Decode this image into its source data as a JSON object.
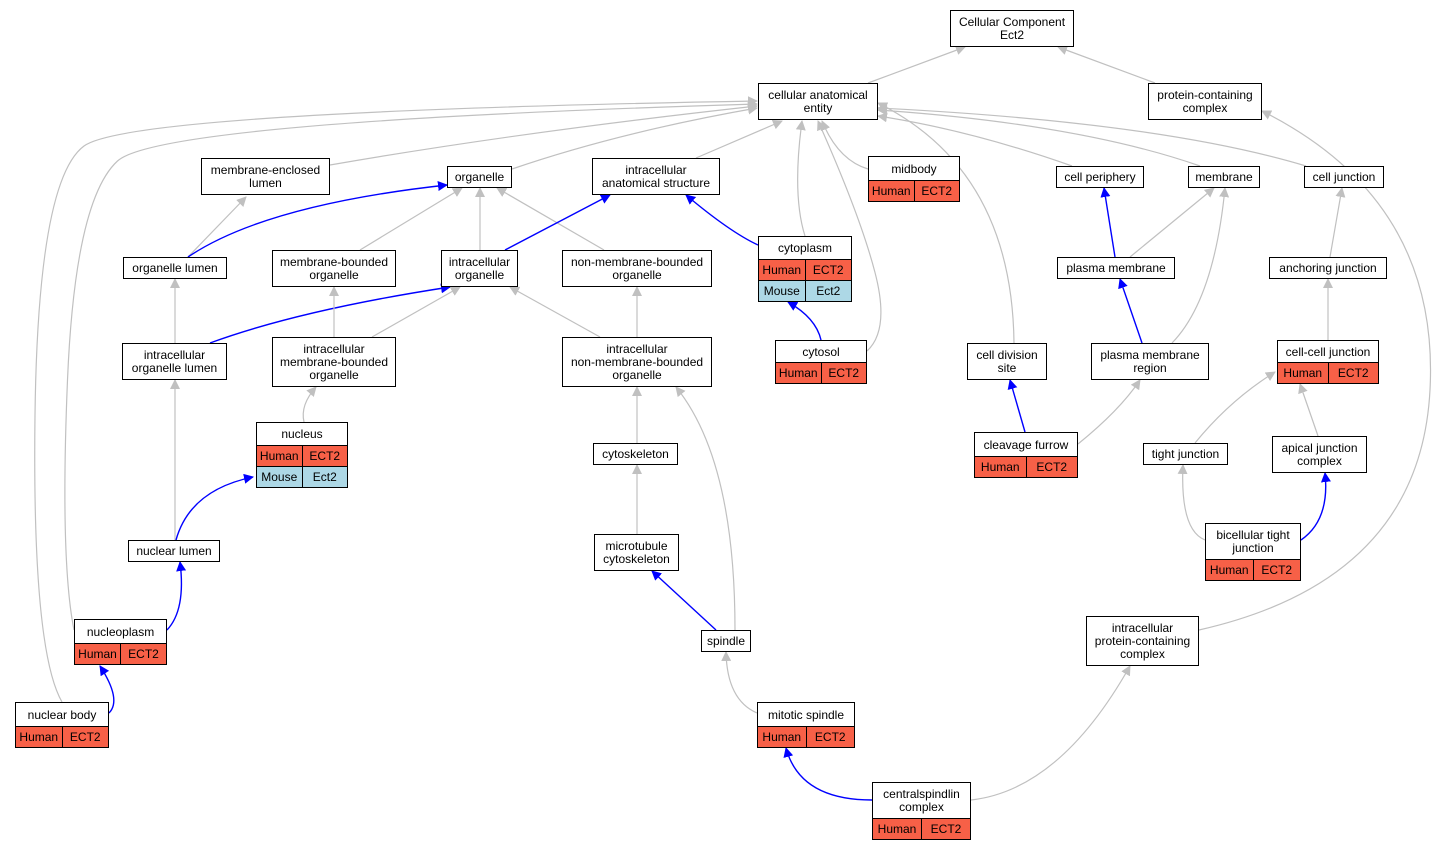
{
  "colors": {
    "gray_edge": "#c0c0c0",
    "blue_edge": "#0000ff",
    "human": "#f76047",
    "mouse": "#add8e6"
  },
  "nodes": {
    "root": {
      "lines": [
        "Cellular Component",
        "Ect2"
      ]
    },
    "cae": {
      "lines": [
        "cellular anatomical",
        "entity"
      ]
    },
    "pcc": {
      "lines": [
        "protein-containing",
        "complex"
      ]
    },
    "mel": {
      "lines": [
        "membrane-enclosed",
        "lumen"
      ]
    },
    "organelle": {
      "lines": [
        "organelle"
      ]
    },
    "ias": {
      "lines": [
        "intracellular",
        "anatomical structure"
      ]
    },
    "midbody": {
      "lines": [
        "midbody"
      ],
      "rows": [
        {
          "species": "Human",
          "gene": "ECT2",
          "kind": "human"
        }
      ]
    },
    "cellperiph": {
      "lines": [
        "cell periphery"
      ]
    },
    "membrane": {
      "lines": [
        "membrane"
      ]
    },
    "celljunction": {
      "lines": [
        "cell junction"
      ]
    },
    "orglumen": {
      "lines": [
        "organelle lumen"
      ]
    },
    "mbo": {
      "lines": [
        "membrane-bounded",
        "organelle"
      ]
    },
    "io": {
      "lines": [
        "intracellular",
        "organelle"
      ]
    },
    "nmbo": {
      "lines": [
        "non-membrane-bounded",
        "organelle"
      ]
    },
    "cytoplasm": {
      "lines": [
        "cytoplasm"
      ],
      "rows": [
        {
          "species": "Human",
          "gene": "ECT2",
          "kind": "human"
        },
        {
          "species": "Mouse",
          "gene": "Ect2",
          "kind": "mouse"
        }
      ]
    },
    "pm": {
      "lines": [
        "plasma membrane"
      ]
    },
    "aj": {
      "lines": [
        "anchoring junction"
      ]
    },
    "iol": {
      "lines": [
        "intracellular",
        "organelle lumen"
      ]
    },
    "imbo": {
      "lines": [
        "intracellular",
        "membrane-bounded",
        "organelle"
      ]
    },
    "inmbo": {
      "lines": [
        "intracellular",
        "non-membrane-bounded",
        "organelle"
      ]
    },
    "cytosol": {
      "lines": [
        "cytosol"
      ],
      "rows": [
        {
          "species": "Human",
          "gene": "ECT2",
          "kind": "human"
        }
      ]
    },
    "cds": {
      "lines": [
        "cell division",
        "site"
      ]
    },
    "pmr": {
      "lines": [
        "plasma membrane",
        "region"
      ]
    },
    "ccj": {
      "lines": [
        "cell-cell junction"
      ],
      "rows": [
        {
          "species": "Human",
          "gene": "ECT2",
          "kind": "human"
        }
      ]
    },
    "nucleus": {
      "lines": [
        "nucleus"
      ],
      "rows": [
        {
          "species": "Human",
          "gene": "ECT2",
          "kind": "human"
        },
        {
          "species": "Mouse",
          "gene": "Ect2",
          "kind": "mouse"
        }
      ]
    },
    "cytoskeleton": {
      "lines": [
        "cytoskeleton"
      ]
    },
    "cf": {
      "lines": [
        "cleavage furrow"
      ],
      "rows": [
        {
          "species": "Human",
          "gene": "ECT2",
          "kind": "human"
        }
      ]
    },
    "tj": {
      "lines": [
        "tight junction"
      ]
    },
    "ajc": {
      "lines": [
        "apical junction",
        "complex"
      ]
    },
    "nl": {
      "lines": [
        "nuclear lumen"
      ]
    },
    "mtc": {
      "lines": [
        "microtubule",
        "cytoskeleton"
      ]
    },
    "btj": {
      "lines": [
        "bicellular tight",
        "junction"
      ],
      "rows": [
        {
          "species": "Human",
          "gene": "ECT2",
          "kind": "human"
        }
      ]
    },
    "np": {
      "lines": [
        "nucleoplasm"
      ],
      "rows": [
        {
          "species": "Human",
          "gene": "ECT2",
          "kind": "human"
        }
      ]
    },
    "spindle": {
      "lines": [
        "spindle"
      ]
    },
    "ipcc": {
      "lines": [
        "intracellular",
        "protein-containing",
        "complex"
      ]
    },
    "nb": {
      "lines": [
        "nuclear body"
      ],
      "rows": [
        {
          "species": "Human",
          "gene": "ECT2",
          "kind": "human"
        }
      ]
    },
    "ms": {
      "lines": [
        "mitotic spindle"
      ],
      "rows": [
        {
          "species": "Human",
          "gene": "ECT2",
          "kind": "human"
        }
      ]
    },
    "csc": {
      "lines": [
        "centralspindlin",
        "complex"
      ],
      "rows": [
        {
          "species": "Human",
          "gene": "ECT2",
          "kind": "human"
        }
      ]
    }
  },
  "edges": [
    {
      "from": "cae",
      "to": "root",
      "type": "is_a"
    },
    {
      "from": "pcc",
      "to": "root",
      "type": "is_a"
    },
    {
      "from": "mel",
      "to": "cae",
      "type": "is_a"
    },
    {
      "from": "organelle",
      "to": "cae",
      "type": "is_a"
    },
    {
      "from": "ias",
      "to": "cae",
      "type": "is_a"
    },
    {
      "from": "midbody",
      "to": "cae",
      "type": "is_a"
    },
    {
      "from": "cellperiph",
      "to": "cae",
      "type": "is_a"
    },
    {
      "from": "membrane",
      "to": "cae",
      "type": "is_a"
    },
    {
      "from": "celljunction",
      "to": "cae",
      "type": "is_a"
    },
    {
      "from": "cytoplasm",
      "to": "cae",
      "type": "is_a"
    },
    {
      "from": "cytosol",
      "to": "cae",
      "type": "is_a"
    },
    {
      "from": "cds",
      "to": "cae",
      "type": "is_a"
    },
    {
      "from": "np",
      "to": "cae",
      "type": "is_a"
    },
    {
      "from": "nb",
      "to": "cae",
      "type": "is_a"
    },
    {
      "from": "orglumen",
      "to": "mel",
      "type": "is_a"
    },
    {
      "from": "orglumen",
      "to": "organelle",
      "type": "part_of"
    },
    {
      "from": "mbo",
      "to": "organelle",
      "type": "is_a"
    },
    {
      "from": "io",
      "to": "organelle",
      "type": "is_a"
    },
    {
      "from": "nmbo",
      "to": "organelle",
      "type": "is_a"
    },
    {
      "from": "io",
      "to": "ias",
      "type": "part_of"
    },
    {
      "from": "cytoplasm",
      "to": "ias",
      "type": "part_of"
    },
    {
      "from": "pm",
      "to": "cellperiph",
      "type": "part_of"
    },
    {
      "from": "pm",
      "to": "membrane",
      "type": "is_a"
    },
    {
      "from": "pmr",
      "to": "membrane",
      "type": "is_a"
    },
    {
      "from": "aj",
      "to": "celljunction",
      "type": "is_a"
    },
    {
      "from": "iol",
      "to": "orglumen",
      "type": "is_a"
    },
    {
      "from": "iol",
      "to": "io",
      "type": "part_of"
    },
    {
      "from": "imbo",
      "to": "mbo",
      "type": "is_a"
    },
    {
      "from": "imbo",
      "to": "io",
      "type": "is_a"
    },
    {
      "from": "inmbo",
      "to": "io",
      "type": "is_a"
    },
    {
      "from": "inmbo",
      "to": "nmbo",
      "type": "is_a"
    },
    {
      "from": "cytosol",
      "to": "cytoplasm",
      "type": "part_of"
    },
    {
      "from": "pmr",
      "to": "pm",
      "type": "part_of"
    },
    {
      "from": "ccj",
      "to": "aj",
      "type": "is_a"
    },
    {
      "from": "nucleus",
      "to": "imbo",
      "type": "is_a"
    },
    {
      "from": "cytoskeleton",
      "to": "inmbo",
      "type": "is_a"
    },
    {
      "from": "cf",
      "to": "cds",
      "type": "part_of"
    },
    {
      "from": "cf",
      "to": "pmr",
      "type": "is_a"
    },
    {
      "from": "tj",
      "to": "ccj",
      "type": "is_a"
    },
    {
      "from": "ajc",
      "to": "ccj",
      "type": "is_a"
    },
    {
      "from": "nl",
      "to": "iol",
      "type": "is_a"
    },
    {
      "from": "nl",
      "to": "nucleus",
      "type": "part_of"
    },
    {
      "from": "mtc",
      "to": "cytoskeleton",
      "type": "is_a"
    },
    {
      "from": "btj",
      "to": "tj",
      "type": "is_a"
    },
    {
      "from": "btj",
      "to": "ajc",
      "type": "part_of"
    },
    {
      "from": "np",
      "to": "nl",
      "type": "part_of"
    },
    {
      "from": "spindle",
      "to": "mtc",
      "type": "part_of"
    },
    {
      "from": "spindle",
      "to": "inmbo",
      "type": "is_a"
    },
    {
      "from": "ipcc",
      "to": "pcc",
      "type": "is_a"
    },
    {
      "from": "nb",
      "to": "np",
      "type": "part_of"
    },
    {
      "from": "ms",
      "to": "spindle",
      "type": "is_a"
    },
    {
      "from": "csc",
      "to": "ms",
      "type": "part_of"
    },
    {
      "from": "csc",
      "to": "ipcc",
      "type": "is_a"
    }
  ]
}
